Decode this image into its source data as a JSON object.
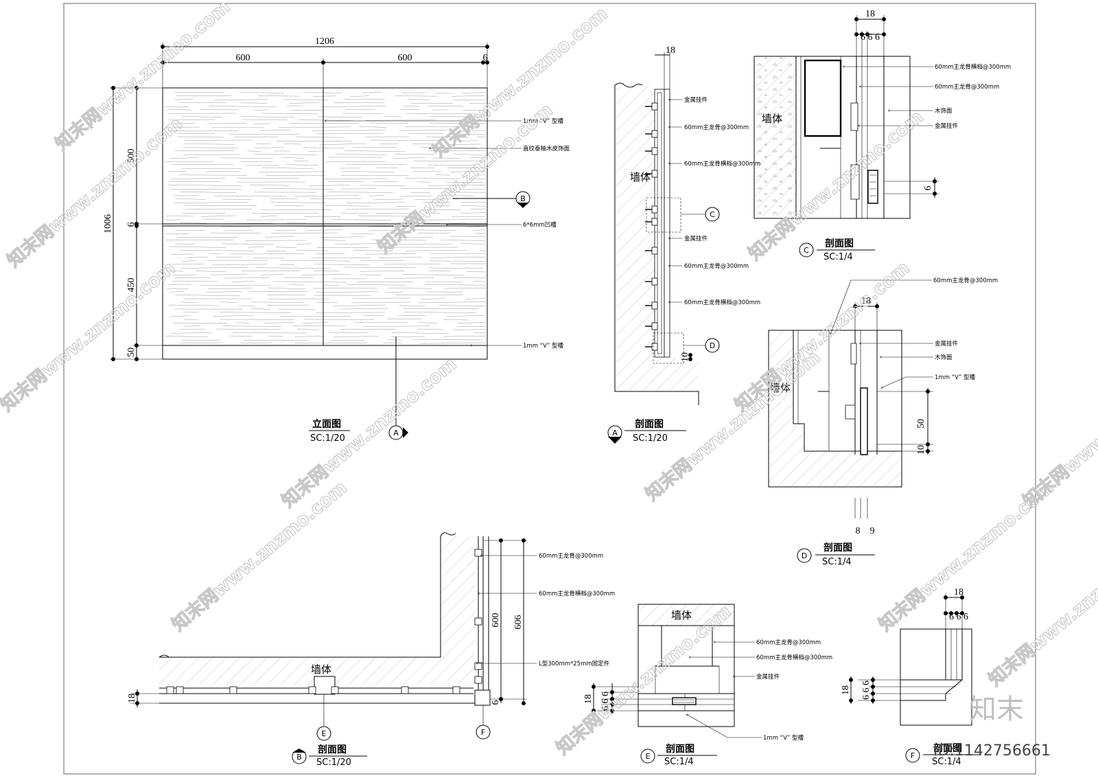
{
  "elevation": {
    "dims": {
      "total_w": "1206",
      "w1": "600",
      "w2": "600",
      "w3": "6",
      "total_h": "1006",
      "h1": "500",
      "h2": "6",
      "h3": "450",
      "h4": "50"
    },
    "notes": {
      "v_groove_top": "1mm “V” 型槽",
      "veneer": "直纹泰柚木皮饰面",
      "groove": "6*6mm凹槽",
      "v_groove_bottom": "1mm “V” 型槽"
    },
    "marker_b": "B",
    "marker_a": "A",
    "title": "立面图",
    "scale": "SC:1/20"
  },
  "section_a": {
    "dim_top": "18",
    "dim_bottom": "10",
    "notes": [
      "金属挂件",
      "60mm主龙骨@300mm",
      "60mm主龙骨横档@300mm",
      "金属挂件",
      "60mm主龙骨@300mm",
      "60mm主龙骨横档@300mm"
    ],
    "wall": "墙体",
    "marker_c": "C",
    "marker_d": "D",
    "marker_a": "A",
    "title": "剖面图",
    "scale": "SC:1/20"
  },
  "section_c": {
    "dim_top": "18",
    "dim_sub": "6 6 6",
    "dim_side": "6",
    "notes": [
      "60mm主龙骨横档@300mm",
      "60mm主龙骨@300mm",
      "木饰面",
      "金属挂件"
    ],
    "wall": "墙体",
    "marker": "C",
    "title": "剖面图",
    "scale": "SC:1/4"
  },
  "section_d": {
    "dim_top": "18",
    "dim_v1": "50",
    "dim_v2": "10",
    "dim_b1": "8",
    "dim_b2": "9",
    "notes": [
      "60mm主龙骨@300mm",
      "金属挂件",
      "木饰面",
      "1mm “V” 型槽"
    ],
    "wall": "墙体",
    "marker": "D",
    "title": "剖面图",
    "scale": "SC:1/4"
  },
  "section_b": {
    "dim_v1": "600",
    "dim_v2": "606",
    "dim_left": "18",
    "dim_small": "6",
    "notes": [
      "60mm主龙骨@300mm",
      "60mm主龙骨横档@300mm",
      "L型300mm*25mm固定件"
    ],
    "wall": "墙体",
    "marker_e": "E",
    "marker_f": "F",
    "marker_b": "B",
    "title": "剖面图",
    "scale": "SC:1/20"
  },
  "section_e": {
    "dim_left": "18",
    "dim_sub": "6 6 6",
    "notes": [
      "60mm主龙骨@300mm",
      "60mm主龙骨横档@300mm",
      "金属挂件",
      "1mm “V” 型槽"
    ],
    "wall": "墙体",
    "marker": "E",
    "title": "剖面图",
    "scale": "SC:1/4"
  },
  "section_f": {
    "dim_top": "18",
    "dim_top_sub": "6 6 6",
    "dim_left": "18",
    "dim_left_sub": "6 6 6",
    "marker": "F",
    "title": "剖面图",
    "scale": "SC:1/4"
  },
  "watermark": {
    "text": "知末网www.znzmo.com",
    "brand": "知末",
    "id": "ID:1142756661"
  }
}
